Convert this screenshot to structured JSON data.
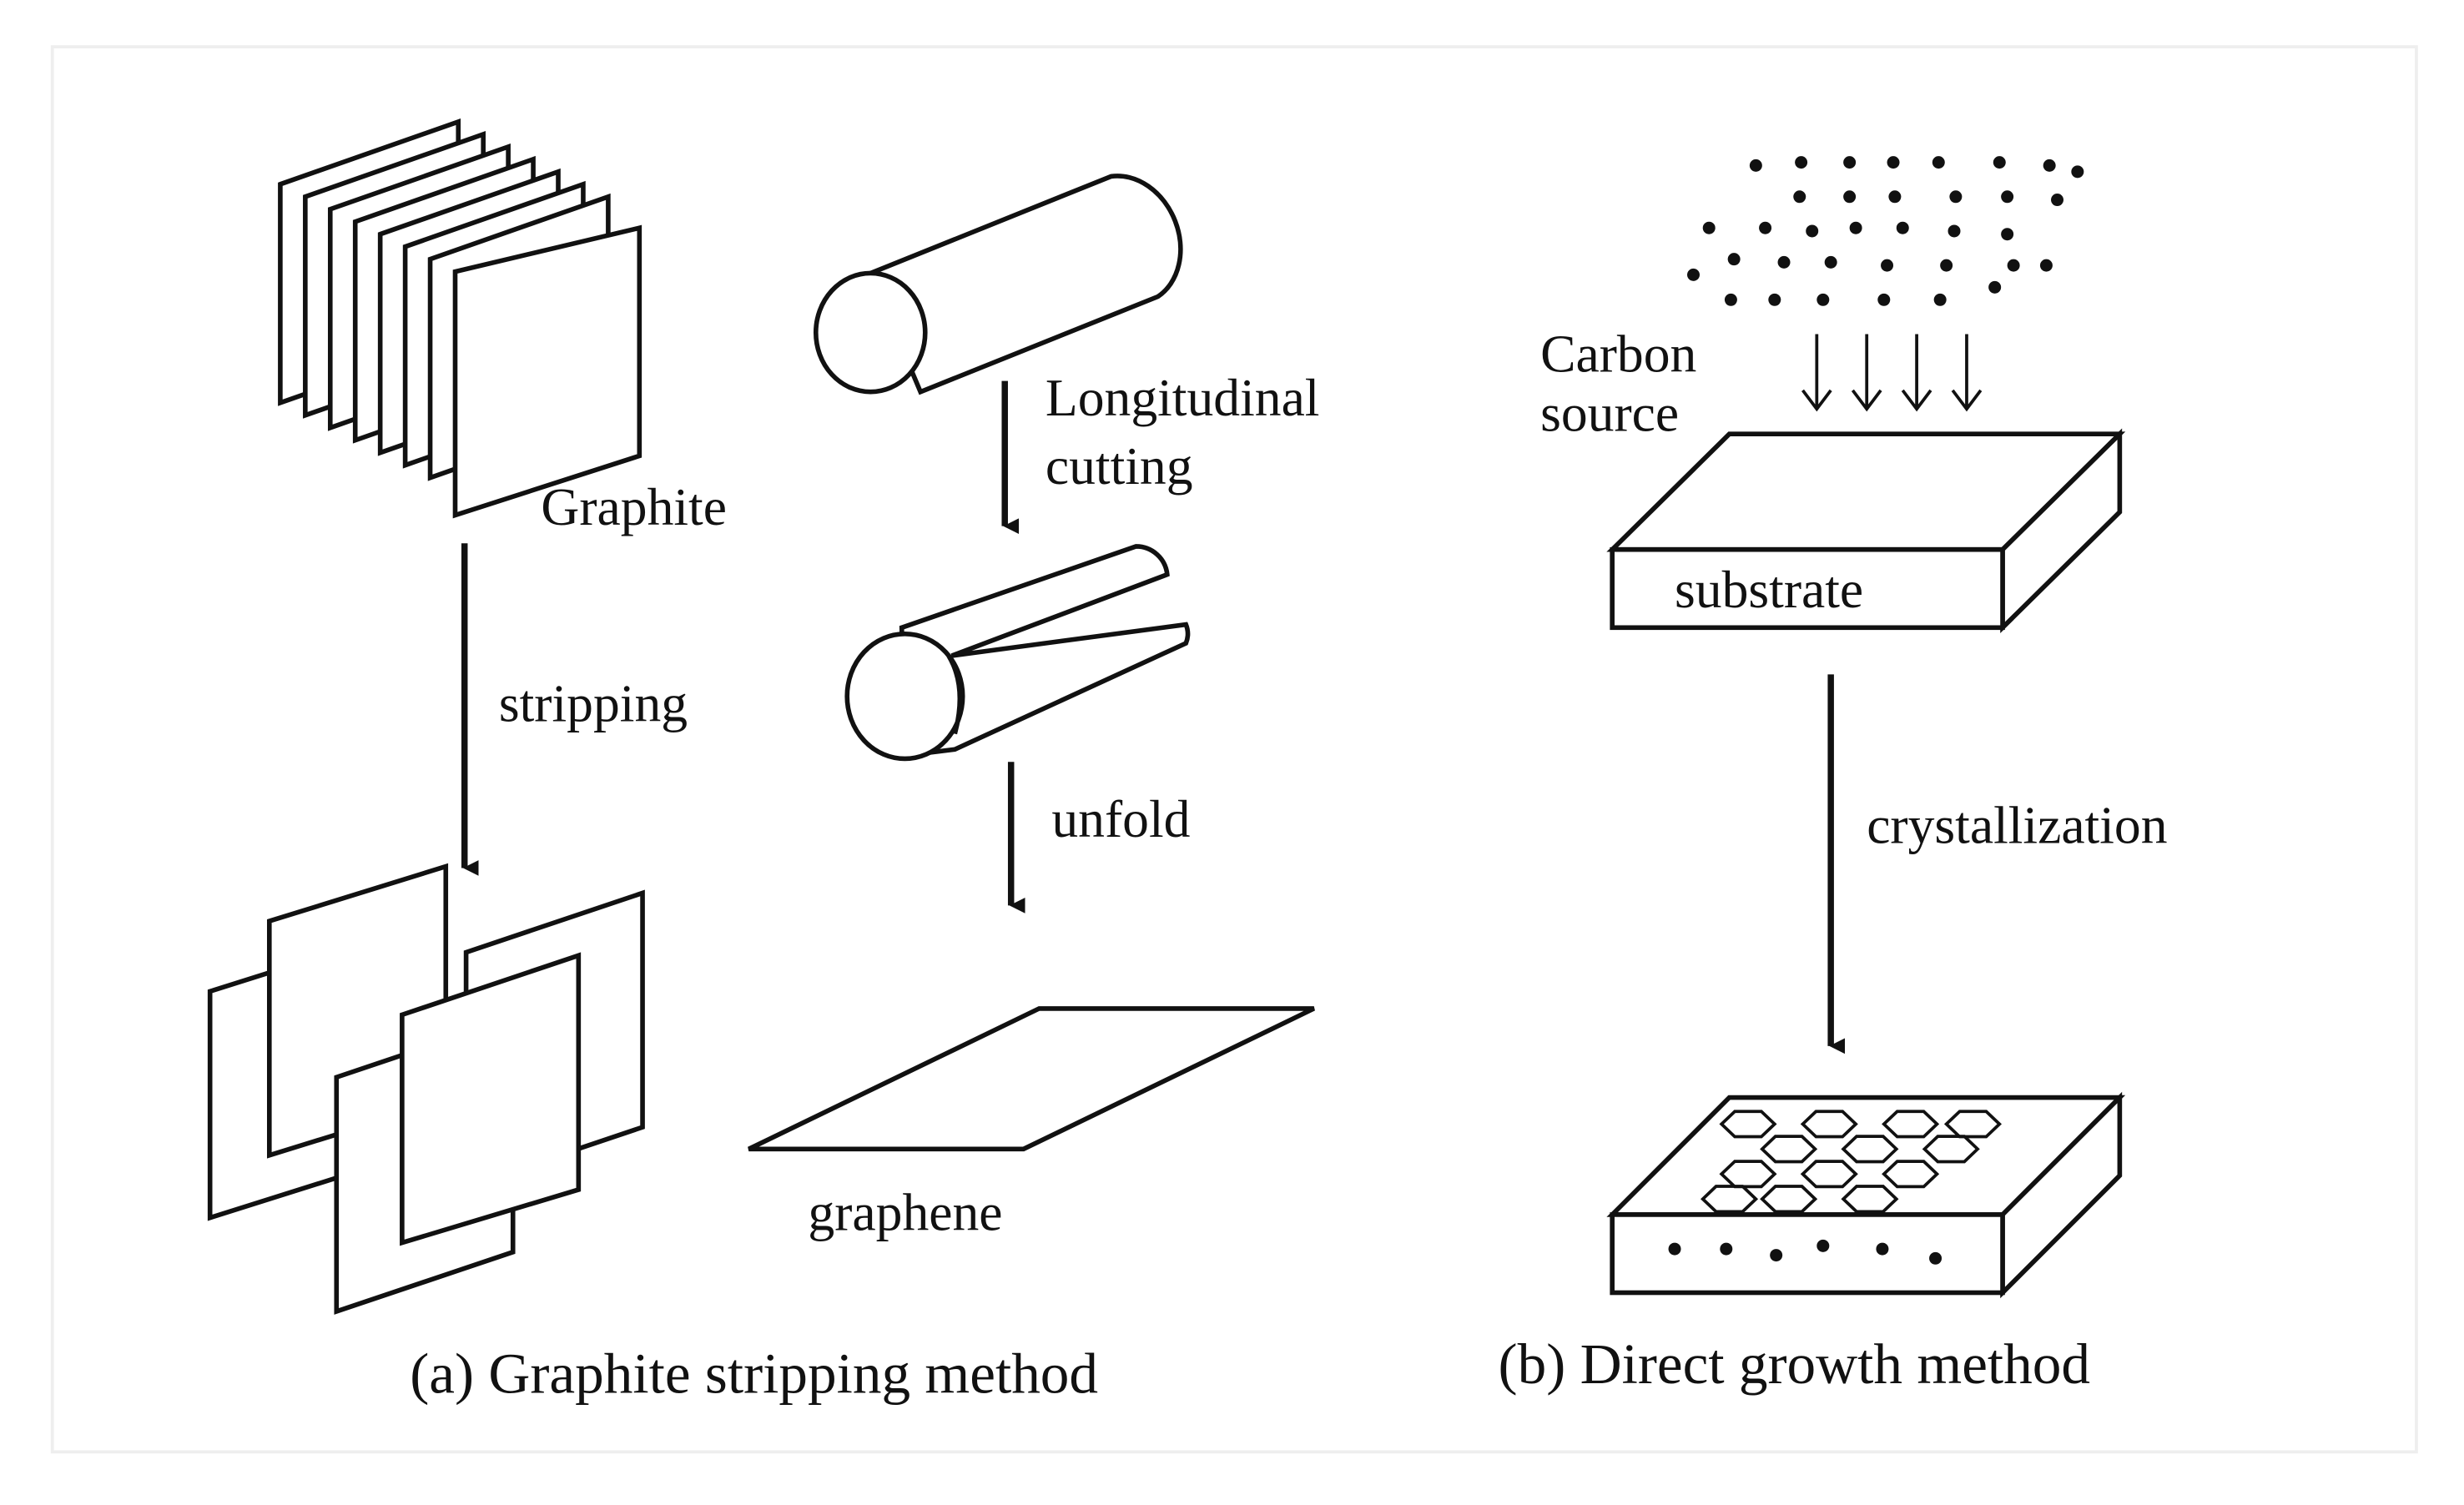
{
  "labels": {
    "graphite": "Graphite",
    "stripping": "stripping",
    "longitudinal": "Longitudinal",
    "cutting": "cutting",
    "unfold": "unfold",
    "graphene": "graphene",
    "carbon": "Carbon",
    "source": "source",
    "substrate": "substrate",
    "crystallization": "crystallization"
  },
  "captions": {
    "a": "(a) Graphite stripping method",
    "b": "(b) Direct growth method"
  },
  "colors": {
    "ink": "#111111",
    "background": "#ffffff",
    "frame": "#eeeeee"
  }
}
